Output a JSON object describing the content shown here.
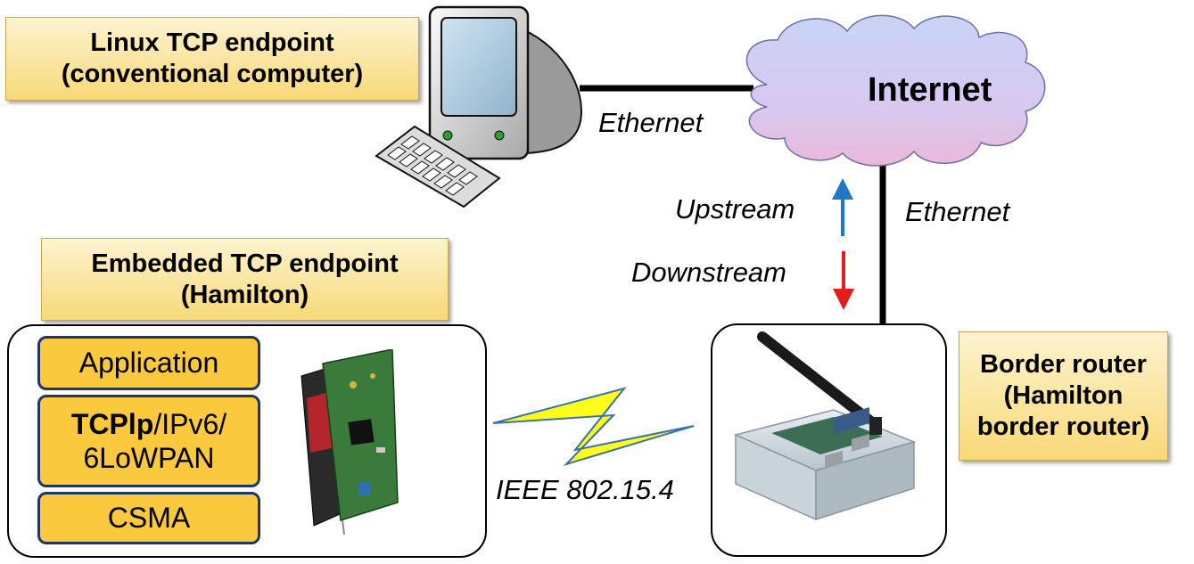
{
  "nodes": {
    "linux_endpoint": {
      "line1": "Linux TCP endpoint",
      "line2": "(conventional computer)"
    },
    "internet": {
      "label": "Internet"
    },
    "embedded_endpoint": {
      "line1": "Embedded TCP endpoint",
      "line2": "(Hamilton)"
    },
    "border_router": {
      "line1": "Border router",
      "line2": "(Hamilton",
      "line3": "border router)"
    }
  },
  "stack": {
    "application": "Application",
    "tcplp_bold": "TCPlp",
    "tcplp_rest": "/IPv6/",
    "lowpan": "6LoWPAN",
    "csma": "CSMA"
  },
  "links": {
    "computer_internet": "Ethernet",
    "internet_router": "Ethernet",
    "wireless": "IEEE 802.15.4",
    "upstream": "Upstream",
    "downstream": "Downstream"
  },
  "colors": {
    "label_fill": "#f8d978",
    "layer_fill": "#fbc93d",
    "layer_border": "#1f3760",
    "cloud_fill": "#d9cdf2",
    "upstream_arrow": "#1f77c9",
    "downstream_arrow": "#e51c1c",
    "lightning_fill": "#ffff1a"
  },
  "icons": [
    "computer-icon",
    "keyboard-icon",
    "cloud-icon",
    "lightning-icon",
    "hamilton-board-icon",
    "border-router-icon"
  ]
}
